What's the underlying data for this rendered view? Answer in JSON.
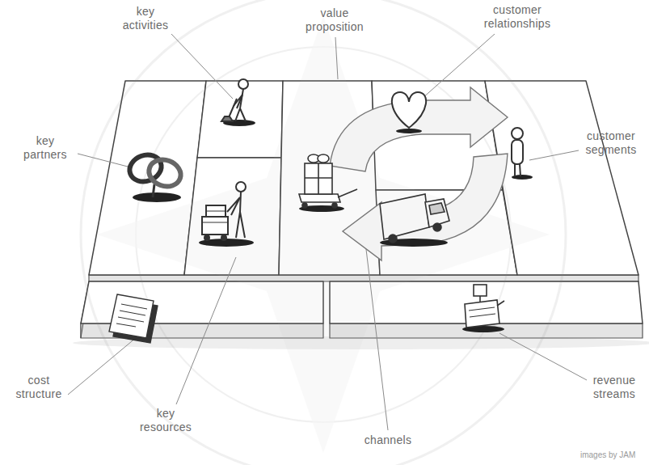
{
  "diagram": {
    "nodes": [
      {
        "text": [
          "key partners"
        ]
      },
      {
        "text": [
          "key activities"
        ]
      },
      {
        "text": [
          "key resources"
        ]
      },
      {
        "text": [
          "value proposition"
        ]
      },
      {
        "text": [
          "customer relationships"
        ]
      },
      {
        "text": [
          "channels"
        ]
      },
      {
        "text": [
          "customer segments"
        ]
      },
      {
        "text": [
          "cost structure"
        ]
      },
      {
        "text": [
          "revenue streams"
        ]
      }
    ],
    "labels": [
      "images by JAM"
    ]
  }
}
